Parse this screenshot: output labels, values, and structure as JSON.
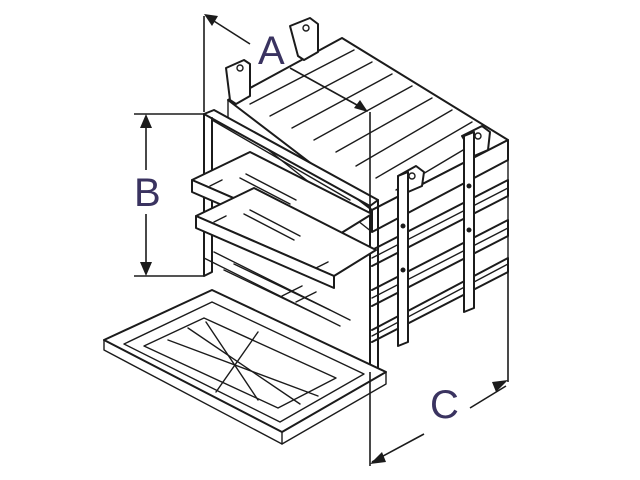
{
  "dimension_labels": {
    "a": "A",
    "b": "B",
    "c": "C"
  },
  "colors": {
    "line": "#1b1b1b",
    "label": "#3a3360",
    "background": "#ffffff"
  }
}
